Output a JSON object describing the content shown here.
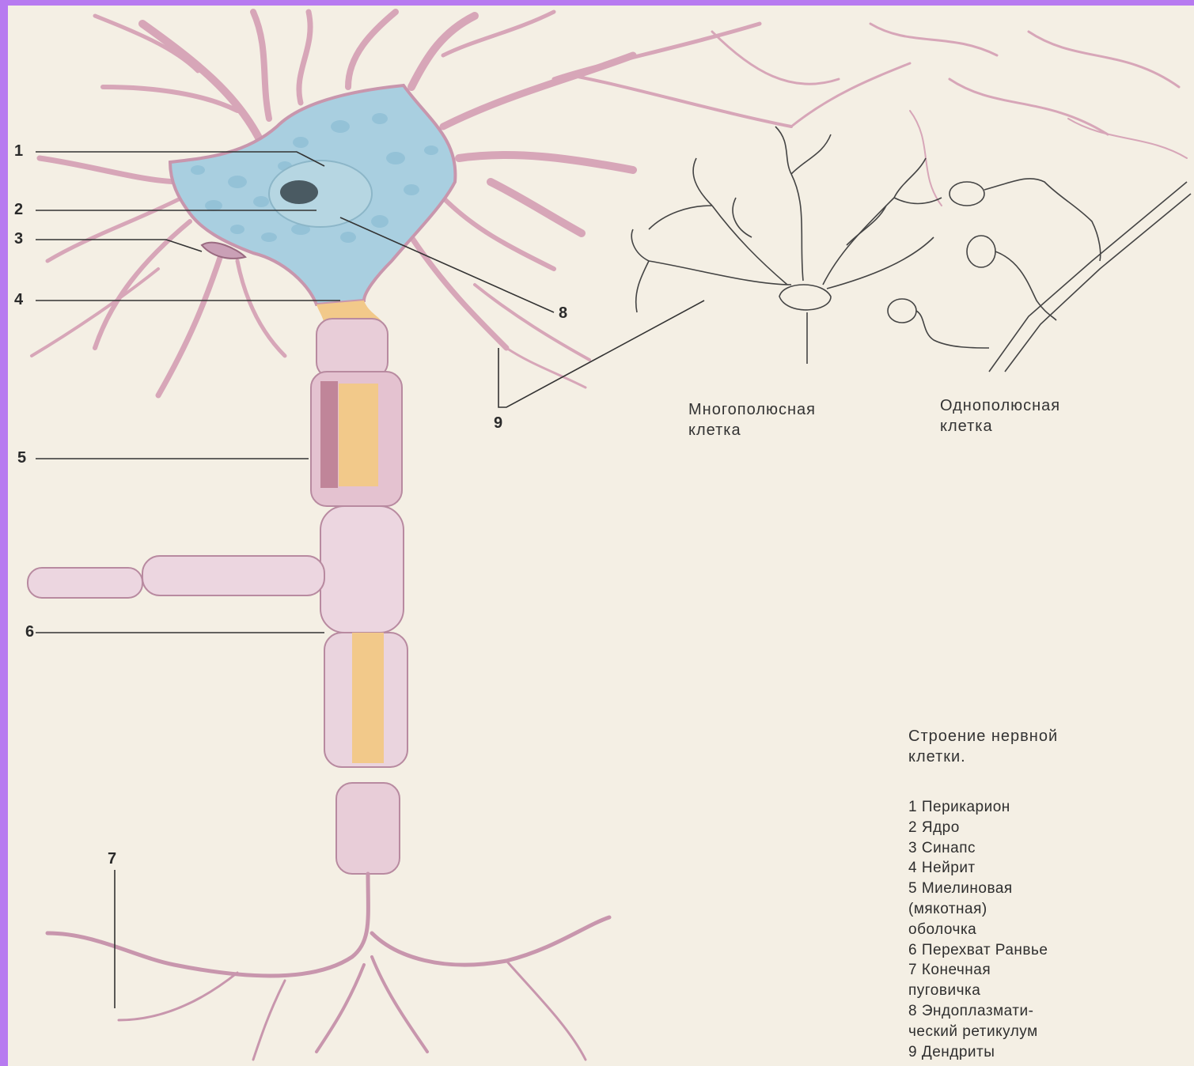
{
  "caption": {
    "title_line1": "Строение нервной",
    "title_line2": "клетки."
  },
  "cell_types": {
    "multipolar_line1": "Многополюсная",
    "multipolar_line2": "клетка",
    "unipolar_line1": "Однополюсная",
    "unipolar_line2": "клетка"
  },
  "callouts": [
    "1",
    "2",
    "3",
    "4",
    "5",
    "6",
    "7",
    "8",
    "9"
  ],
  "legend": [
    "1 Перикарион",
    "2 Ядро",
    "3 Синапс",
    "4 Нейрит",
    "5 Миелиновая",
    "(мякотная)",
    "оболочка",
    "6 Перехват Ранвье",
    "7 Конечная",
    "пуговичка",
    "8 Эндоплазмати-",
    "ческий ретикулум",
    "9 Дендриты"
  ],
  "colors": {
    "frame": "#b77af0",
    "paper": "#f4efe4",
    "dendrite": "#d7a6b8",
    "cytoplasm": "#a9cfe0",
    "axon": "#f2c98a",
    "myelin": "#e8cdd8"
  }
}
